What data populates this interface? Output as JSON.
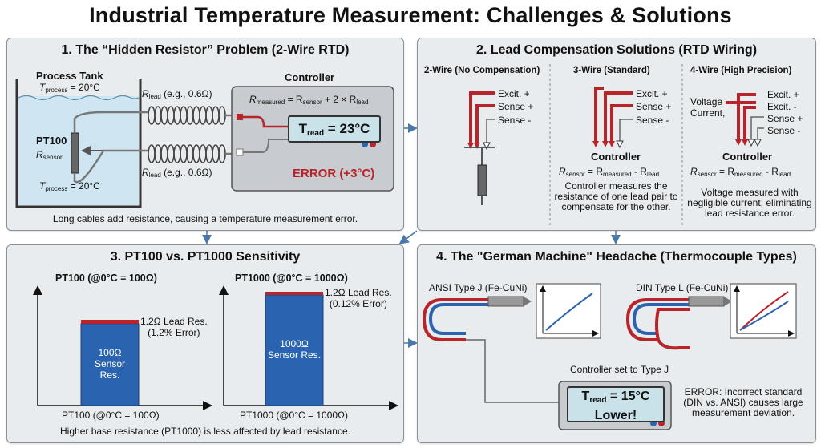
{
  "title": "Industrial Temperature Measurement: Challenges & Solutions",
  "panel1": {
    "title": "1. The “Hidden Resistor” Problem (2-Wire RTD)",
    "tank_title": "Process Tank",
    "t_process_top": "T",
    "t_process_sub": "process",
    "t_process_val": " = 20°C",
    "pt100": "PT100",
    "r_sensor": "R",
    "r_sensor_sub": "sensor",
    "r_lead_top": "R",
    "r_lead_sub": "lead",
    "r_lead_val": " (e.g., 0.6Ω)",
    "controller": "Controller",
    "formula_r": "R",
    "formula_measured": "measured",
    "formula_eq": " = R",
    "formula_sensor": "sensor",
    "formula_plus": " + 2 × R",
    "formula_lead": "lead",
    "lcd_t": "T",
    "lcd_sub": "read",
    "lcd_val": " = 23°C",
    "error": "ERROR (+3°C)",
    "footer": "Long cables add resistance, causing a temperature measurement error."
  },
  "panel2": {
    "title": "2. Lead Compensation Solutions (RTD Wiring)",
    "col1_title": "2-Wire (No Compensation)",
    "col2_title": "3-Wire (Standard)",
    "col3_title": "4-Wire (High Precision)",
    "excit_plus": "Excit. +",
    "sense_plus": "Sense +",
    "sense_minus": "Sense -",
    "excit_minus": "Excit. -",
    "voltage": "Voltage",
    "current": "Current,",
    "controller": "Controller",
    "formula_r": "R",
    "formula_sensor": "sensor",
    "formula_eq": " = R",
    "formula_measured": "measured",
    "formula_minus": " - R",
    "formula_lead": "lead",
    "col2_desc": "Controller measures the resistance of one lead pair to compensate for the other.",
    "col3_desc": "Voltage measured with negligible current, eliminating lead resistance error."
  },
  "panel3": {
    "title": "3. PT100 vs. PT1000 Sensitivity",
    "left_title": "PT100 (@0°C = 100Ω)",
    "right_title": "PT1000 (@0°C = 1000Ω)",
    "left_lead": "1.2Ω Lead Res.",
    "left_err": "(1.2% Error)",
    "right_lead": "1.2Ω Lead Res.",
    "right_err": "(0.12% Error)",
    "left_bar": "100Ω Sensor Res.",
    "right_bar": "1000Ω Sensor Res.",
    "left_axis": "PT100 (@0°C = 100Ω)",
    "right_axis": "PT1000 (@0°C = 1000Ω)",
    "footer": "Higher base resistance (PT1000) is less affected by lead resistance."
  },
  "panel4": {
    "title": "4. The \"German Machine\" Headache (Thermocouple Types)",
    "ansi": "ANSI Type J (Fe-CuNi)",
    "din": "DIN Type L (Fe-CuNi)",
    "ctrl_set": "Controller set to Type J",
    "lcd_t": "T",
    "lcd_sub": "read",
    "lcd_val": " = 15°C",
    "lcd_lower": "Lower!",
    "error_text": "ERROR: Incorrect standard (DIN vs. ANSI) causes large measurement deviation."
  },
  "colors": {
    "red": "#b8242a",
    "blue": "#2a63b0",
    "lcd": "#c9e2ea",
    "panel": "#e9ecef",
    "arrow": "#4a78a8"
  }
}
